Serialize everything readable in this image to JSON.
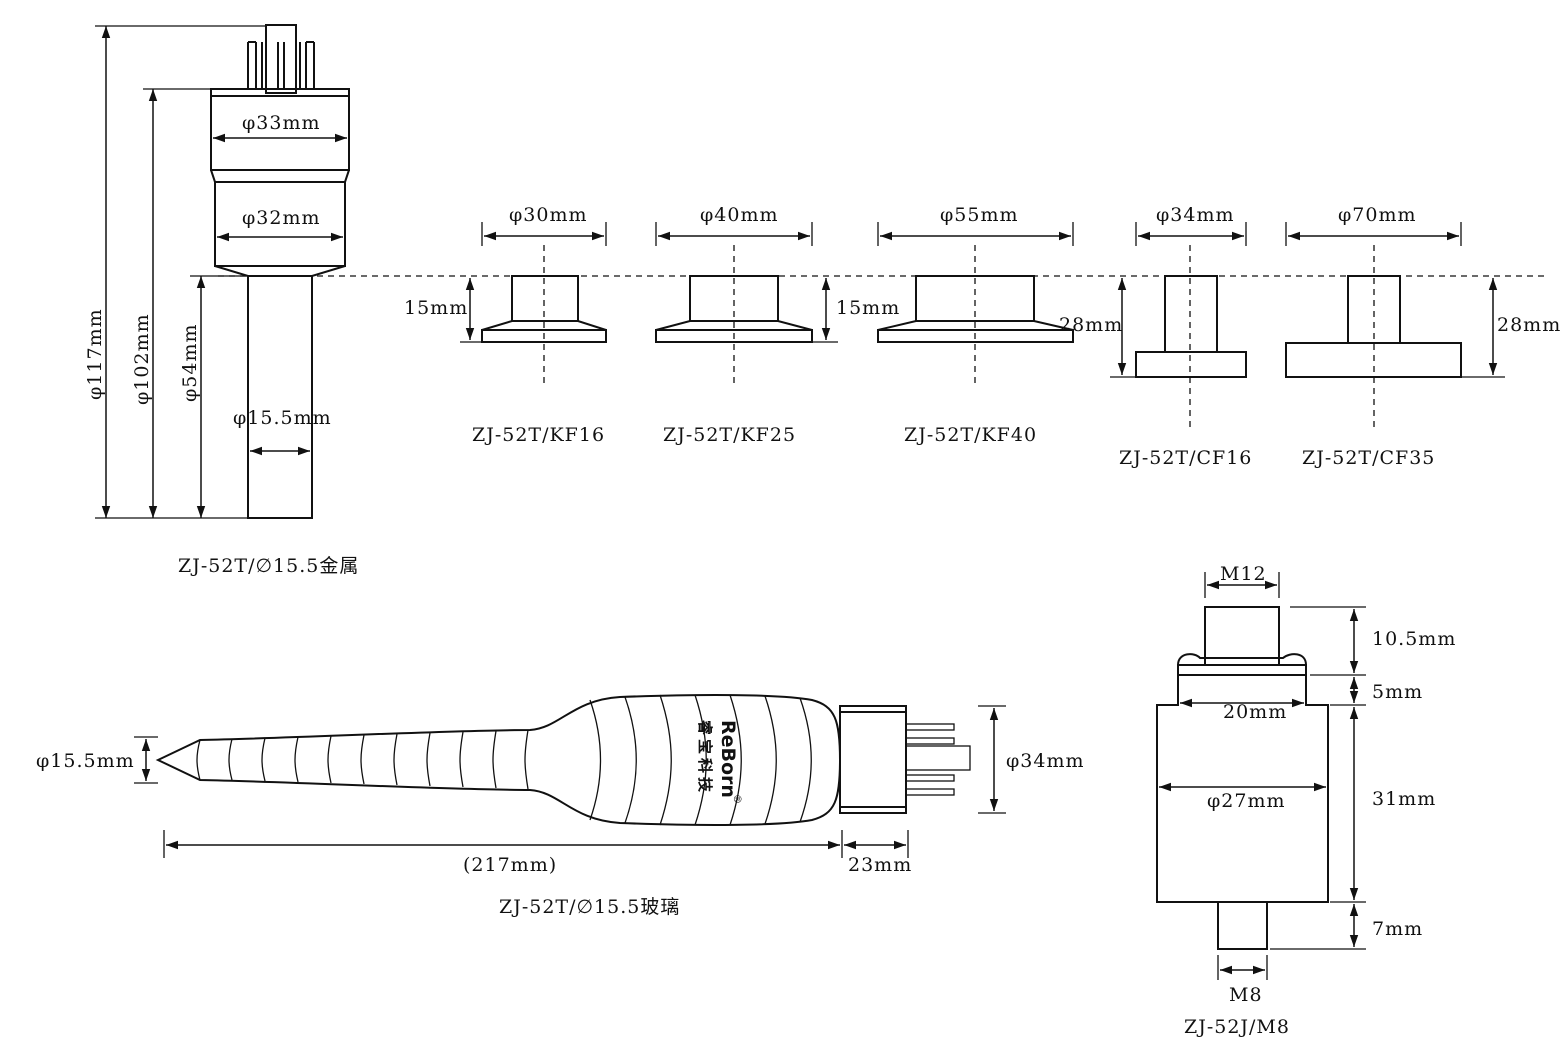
{
  "dim_labels": {
    "d117": "φ117mm",
    "d102": "φ102mm",
    "d54": "φ54mm",
    "d33": "φ33mm",
    "d32": "φ32mm",
    "d15_5_metal": "φ15.5mm",
    "kf16_dia": "φ30mm",
    "kf16_h": "15mm",
    "kf25_dia": "φ40mm",
    "kf25_h": "15mm",
    "kf40_dia": "φ55mm",
    "kf40_h": "28mm",
    "cf16_dia": "φ34mm",
    "cf35_dia": "φ70mm",
    "cf35_h": "28mm",
    "glass_tip": "φ15.5mm",
    "glass_head": "φ34mm",
    "glass_len": "(217mm)",
    "glass_base": "23mm",
    "m12": "M12",
    "m_top": "10.5mm",
    "m_5": "5mm",
    "m_20": "20mm",
    "m_27": "φ27mm",
    "m_31": "31mm",
    "m_7": "7mm",
    "m8": "M8"
  },
  "captions": {
    "metal": "ZJ-52T/∅15.5金属",
    "kf16": "ZJ-52T/KF16",
    "kf25": "ZJ-52T/KF25",
    "kf40": "ZJ-52T/KF40",
    "cf16": "ZJ-52T/CF16",
    "cf35": "ZJ-52T/CF35",
    "glass": "ZJ-52T/∅15.5玻璃",
    "m8": "ZJ-52J/M8"
  },
  "brand": {
    "logo": "ReBorn",
    "cn": "睿宝科技",
    "registered": "®"
  }
}
